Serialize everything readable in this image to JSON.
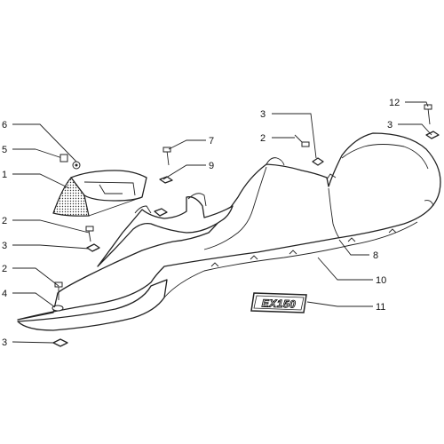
{
  "callouts": [
    {
      "id": "c6",
      "label": "6"
    },
    {
      "id": "c5",
      "label": "5"
    },
    {
      "id": "c1",
      "label": "1"
    },
    {
      "id": "c2a",
      "label": "2"
    },
    {
      "id": "c3a",
      "label": "3"
    },
    {
      "id": "c2b",
      "label": "2"
    },
    {
      "id": "c4",
      "label": "4"
    },
    {
      "id": "c3b",
      "label": "3"
    },
    {
      "id": "c7",
      "label": "7"
    },
    {
      "id": "c9",
      "label": "9"
    },
    {
      "id": "c3c",
      "label": "3"
    },
    {
      "id": "c2c",
      "label": "2"
    },
    {
      "id": "c12",
      "label": "12"
    },
    {
      "id": "c3d",
      "label": "3"
    },
    {
      "id": "c8",
      "label": "8"
    },
    {
      "id": "c10",
      "label": "10"
    },
    {
      "id": "c11",
      "label": "11"
    }
  ],
  "badge_text": "EX150"
}
